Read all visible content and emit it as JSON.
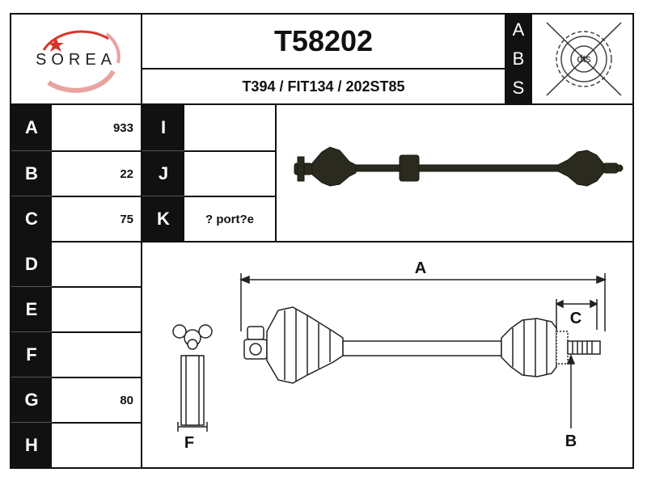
{
  "header": {
    "logo_text": "SOREA",
    "part_number": "T58202",
    "references": "T394 / FIT134 / 202ST85",
    "abs_letters": [
      "A",
      "B",
      "S"
    ],
    "dts_label": "dts"
  },
  "left_table": [
    {
      "letter": "A",
      "value": "933"
    },
    {
      "letter": "B",
      "value": "22"
    },
    {
      "letter": "C",
      "value": "75"
    },
    {
      "letter": "D",
      "value": ""
    },
    {
      "letter": "E",
      "value": ""
    },
    {
      "letter": "F",
      "value": ""
    },
    {
      "letter": "G",
      "value": "80"
    },
    {
      "letter": "H",
      "value": ""
    }
  ],
  "mid_table": [
    {
      "letter": "I",
      "value": ""
    },
    {
      "letter": "J",
      "value": ""
    },
    {
      "letter": "K",
      "value": "? port?e"
    }
  ],
  "diagram": {
    "label_A": "A",
    "label_B": "B",
    "label_C": "C",
    "label_F": "F"
  },
  "colors": {
    "border": "#111111",
    "letter_bg": "#111111",
    "logo_red": "#d9342b",
    "shaft_dark": "#2b2a1e"
  }
}
